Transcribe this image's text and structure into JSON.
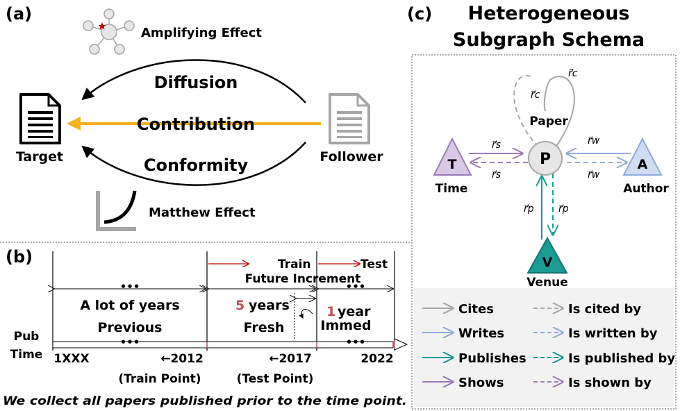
{
  "panel_a": {
    "label": "(a)",
    "amplifying": "Amplifying Effect",
    "diffusion": "Diffusion",
    "contribution": "Contribution",
    "conformity": "Conformity",
    "target": "Target",
    "follower": "Follower",
    "matthew": "Matthew Effect"
  },
  "panel_b": {
    "label": "(b)",
    "dots": "•••",
    "train": "Train",
    "test": "Test",
    "future_increment": "Future Increment",
    "lot_of_years": "A lot of years",
    "previous": "Previous",
    "fresh_num": "5",
    "fresh_years": "years",
    "fresh": "Fresh",
    "immed_num": "1",
    "immed_year": "year",
    "immed": "Immed",
    "pub": "Pub",
    "time": "Time",
    "y_start": "1XXX",
    "y_2012": "←2012",
    "y_2017": "←2017",
    "y_2022": "2022",
    "train_point": "(Train Point)",
    "test_point": "(Test Point)",
    "caption": "We collect all papers published prior to the time point."
  },
  "panel_c": {
    "label": "(c)",
    "title_line1": "Heterogeneous",
    "title_line2": "Subgraph Schema",
    "node_paper_letter": "P",
    "node_paper_name": "Paper",
    "node_time_letter": "T",
    "node_time_name": "Time",
    "node_author_letter": "A",
    "node_author_name": "Author",
    "node_venue_letter": "V",
    "node_venue_name": "Venue",
    "rel_c": "r⃗c",
    "rel_s": "r⃗s",
    "rel_w": "r⃗w",
    "rel_p": "r⃗p",
    "legend": [
      {
        "forward": "Cites",
        "backward": "Is cited by",
        "color": "#a6a6a6"
      },
      {
        "forward": "Writes",
        "backward": "Is written by",
        "color": "#8faadc"
      },
      {
        "forward": "Publishes",
        "backward": "Is published by",
        "color": "#1a9b94"
      },
      {
        "forward": "Shows",
        "backward": "Is shown by",
        "color": "#9b7cb6"
      }
    ]
  },
  "colors": {
    "orange": "#f2b21d",
    "red": "#c00000",
    "rust": "#c0504d",
    "gray": "#a6a6a6",
    "blue": "#8faadc",
    "teal": "#1a9b94",
    "purple": "#9b7cb6"
  }
}
